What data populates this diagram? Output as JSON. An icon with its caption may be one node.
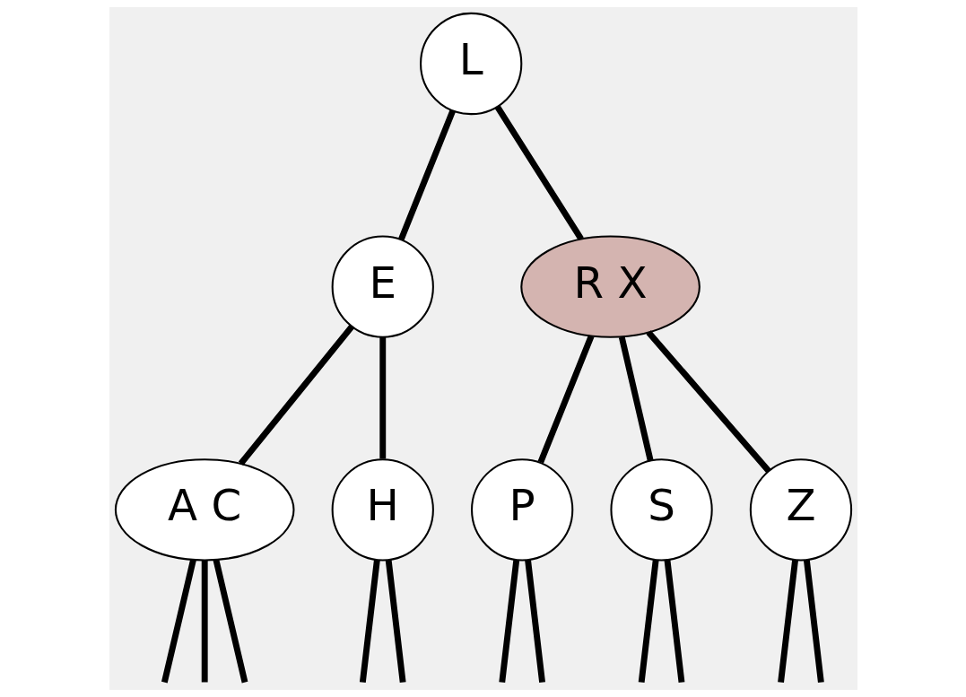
{
  "diagram": {
    "nodes": [
      {
        "text": [
          "L"
        ]
      },
      {
        "text": [
          "E"
        ]
      },
      {
        "text": [
          "R X"
        ]
      },
      {
        "text": [
          "A C"
        ]
      },
      {
        "text": [
          "H"
        ]
      },
      {
        "text": [
          "P"
        ]
      },
      {
        "text": [
          "S"
        ]
      },
      {
        "text": [
          "Z"
        ]
      }
    ],
    "edges": [
      {
        "from": 0,
        "to": 1,
        "arrow": "none"
      },
      {
        "from": 0,
        "to": 2,
        "arrow": "none"
      },
      {
        "from": 1,
        "to": 3,
        "arrow": "none"
      },
      {
        "from": 1,
        "to": 4,
        "arrow": "none"
      },
      {
        "from": 2,
        "to": 5,
        "arrow": "none"
      },
      {
        "from": 2,
        "to": 6,
        "arrow": "none"
      },
      {
        "from": 2,
        "to": 7,
        "arrow": "none"
      },
      {
        "from": 3,
        "to": null,
        "arrow": "none"
      },
      {
        "from": 3,
        "to": null,
        "arrow": "none"
      },
      {
        "from": 3,
        "to": null,
        "arrow": "none"
      },
      {
        "from": 4,
        "to": null,
        "arrow": "none"
      },
      {
        "from": 4,
        "to": null,
        "arrow": "none"
      },
      {
        "from": 5,
        "to": null,
        "arrow": "none"
      },
      {
        "from": 5,
        "to": null,
        "arrow": "none"
      },
      {
        "from": 6,
        "to": null,
        "arrow": "none"
      },
      {
        "from": 6,
        "to": null,
        "arrow": "none"
      },
      {
        "from": 7,
        "to": null,
        "arrow": "none"
      },
      {
        "from": 7,
        "to": null,
        "arrow": "none"
      }
    ]
  }
}
